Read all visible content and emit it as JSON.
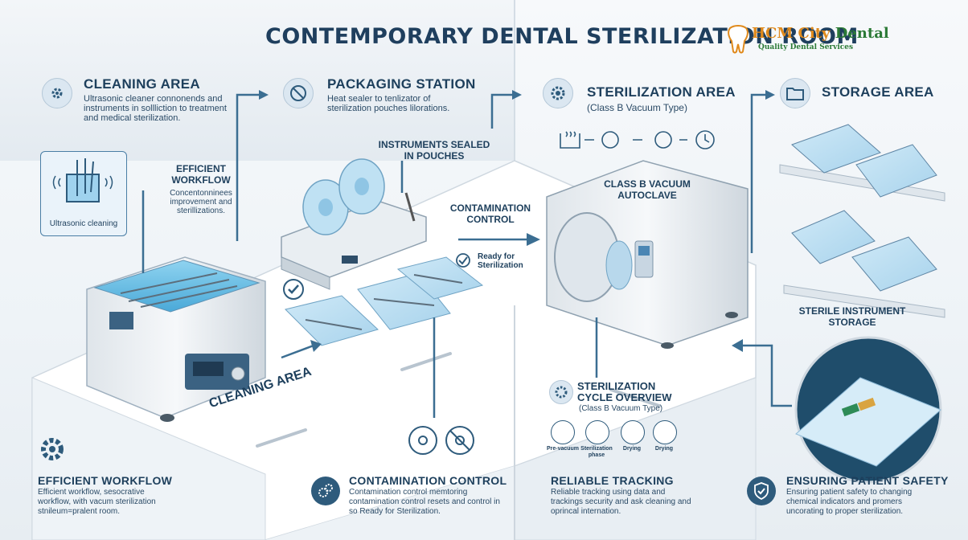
{
  "title": "CONTEMPORARY DENTAL STERILIZATION ROOM",
  "brand": {
    "name_a": "HCM City",
    "name_b": "Dental",
    "tagline": "Quality Dental Services"
  },
  "sections": {
    "cleaning": {
      "heading": "CLEANING AREA",
      "text": "Ultrasonic cleaner connonends and instruments in sollliction to treatment and medical sterilization."
    },
    "packaging": {
      "heading": "PACKAGING STATION",
      "text": "Heat sealer to tenlizator of sterilization pouches lilorations."
    },
    "sterilization": {
      "heading": "STERILIZATION AREA",
      "subheading": "(Class B Vacuum Type)"
    },
    "storage": {
      "heading": "STORAGE AREA"
    }
  },
  "card": {
    "label": "Ultrasonic cleaning"
  },
  "efficient_mid": {
    "heading_1": "EFFICIENT",
    "heading_2": "WORKFLOW",
    "text": "Concentonninees improvement and sterillizations."
  },
  "labels": {
    "sealed": "INSTRUMENTS SEALED IN POUCHES",
    "contamination": "CONTAMINATION CONTROL",
    "ready": "Ready for Sterilization",
    "autoclave": "CLASS B VACUUM AUTOCLAVE",
    "sterile_storage": "STERILE INSTRUMENT STORAGE",
    "cleaning_floor": "CLEANING AREA"
  },
  "cycle": {
    "heading_1": "STERILIZATION",
    "heading_2": "CYCLE OVERVIEW",
    "subheading": "(Class B Vacuum Type)",
    "steps": [
      "Pre-vacuum",
      "Sterilization phase",
      "Drying",
      "Drying"
    ]
  },
  "footer": [
    {
      "heading": "EFFICIENT WORKFLOW",
      "text": "Efficient workflow, sesocrative workflow, with vacum sterilization stnileum=pralent room.",
      "icon": "gear-icon"
    },
    {
      "heading": "CONTAMINATION CONTROL",
      "text": "Contamination control memtoring contamination control resets and control in so Ready for Sterilization.",
      "icon": "gears-icon"
    },
    {
      "heading": "RELIABLE TRACKING",
      "text": "Reliable tracking using data and trackings security and ask cleaning and oprincal internation.",
      "icon": "none"
    },
    {
      "heading": "ENSURING PATIENT SAFETY",
      "text": "Ensuring patient safety to changing chemical indicators and promers uncorating to proper sterilization.",
      "icon": "shield-check-icon"
    }
  ],
  "colors": {
    "accent": "#2e5b7c",
    "heading": "#1d3f5c",
    "water": "#6fc0e6",
    "brand_green": "#2b7a36",
    "brand_orange": "#e08a1c"
  }
}
